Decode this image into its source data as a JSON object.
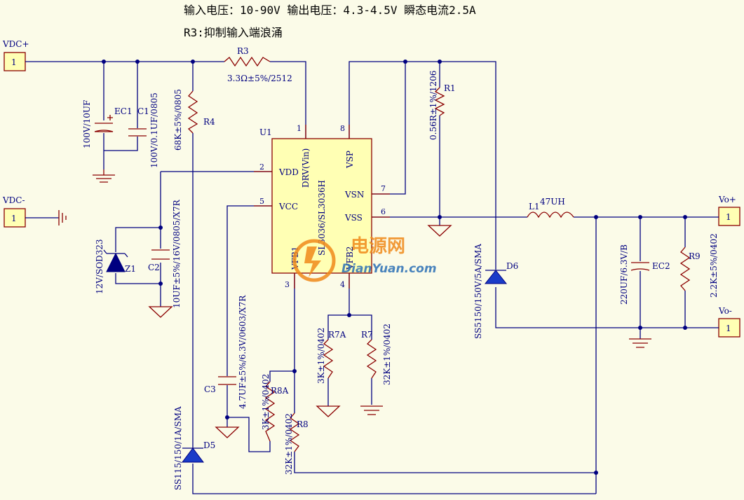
{
  "notes": {
    "line1": "输入电压：10-90V 输出电压：4.3-4.5V 瞬态电流2.5A",
    "line2": "R3:抑制输入端浪涌"
  },
  "ports": {
    "vdc_plus": {
      "label": "VDC+",
      "pin": "1"
    },
    "vdc_minus": {
      "label": "VDC-",
      "pin": "1"
    },
    "vo_plus": {
      "label": "Vo+",
      "pin": "1"
    },
    "vo_minus": {
      "label": "Vo-",
      "pin": "1"
    }
  },
  "ic": {
    "ref": "U1",
    "part": "SL3036/SL3036H",
    "pins": {
      "vdd": {
        "name": "VDD",
        "num": "2"
      },
      "vcc": {
        "name": "VCC",
        "num": "5"
      },
      "drv": {
        "name": "DRV(Vin)",
        "num": "1"
      },
      "vsp": {
        "name": "VSP",
        "num": "8"
      },
      "vsn": {
        "name": "VSN",
        "num": "7"
      },
      "vss": {
        "name": "VSS",
        "num": "6"
      },
      "vfb1": {
        "name": "VFB1",
        "num": "3"
      },
      "vfb2": {
        "name": "VFB2",
        "num": "4"
      }
    }
  },
  "parts": {
    "r3": {
      "ref": "R3",
      "value": "3.3Ω±5%/2512"
    },
    "ec1": {
      "ref": "EC1",
      "value": "100V/10UF"
    },
    "c1": {
      "ref": "C1",
      "value": "100V/0.1UF/0805"
    },
    "r4": {
      "ref": "R4",
      "value": "68K±5%/0805"
    },
    "z1": {
      "ref": "Z1",
      "value": "12V/SOD323"
    },
    "c2": {
      "ref": "C2",
      "value": "10UF±5%/16V/0805/X7R"
    },
    "c3": {
      "ref": "C3",
      "value": "4.7UF±5%/6.3V/0603/X7R"
    },
    "r8a": {
      "ref": "R8A",
      "value": "3K±1%/0402"
    },
    "r8": {
      "ref": "R8",
      "value": "32K±1%/0402"
    },
    "d5": {
      "ref": "D5",
      "value": "SS115/150/1A/SMA"
    },
    "r1": {
      "ref": "R1",
      "value": "0.56R±1%/1206"
    },
    "d6": {
      "ref": "D6",
      "value": "SS5150/150V/5A/SMA"
    },
    "r7a": {
      "ref": "R7A",
      "value": "3K±1%/0402"
    },
    "r7": {
      "ref": "R7",
      "value": "32K±1%/0402"
    },
    "l1": {
      "ref": "L1",
      "value": "47UH"
    },
    "ec2": {
      "ref": "EC2",
      "value": "220UF/6.3V/B"
    },
    "r9": {
      "ref": "R9",
      "value": "2.2K±5%/0402"
    }
  },
  "watermark": {
    "cn": "电源网",
    "en": "DianYuan.com"
  },
  "colors": {
    "wire": "#000080",
    "part": "#8b0000",
    "ic_fill": "#ffffb4",
    "background": "#fbfbe8"
  }
}
